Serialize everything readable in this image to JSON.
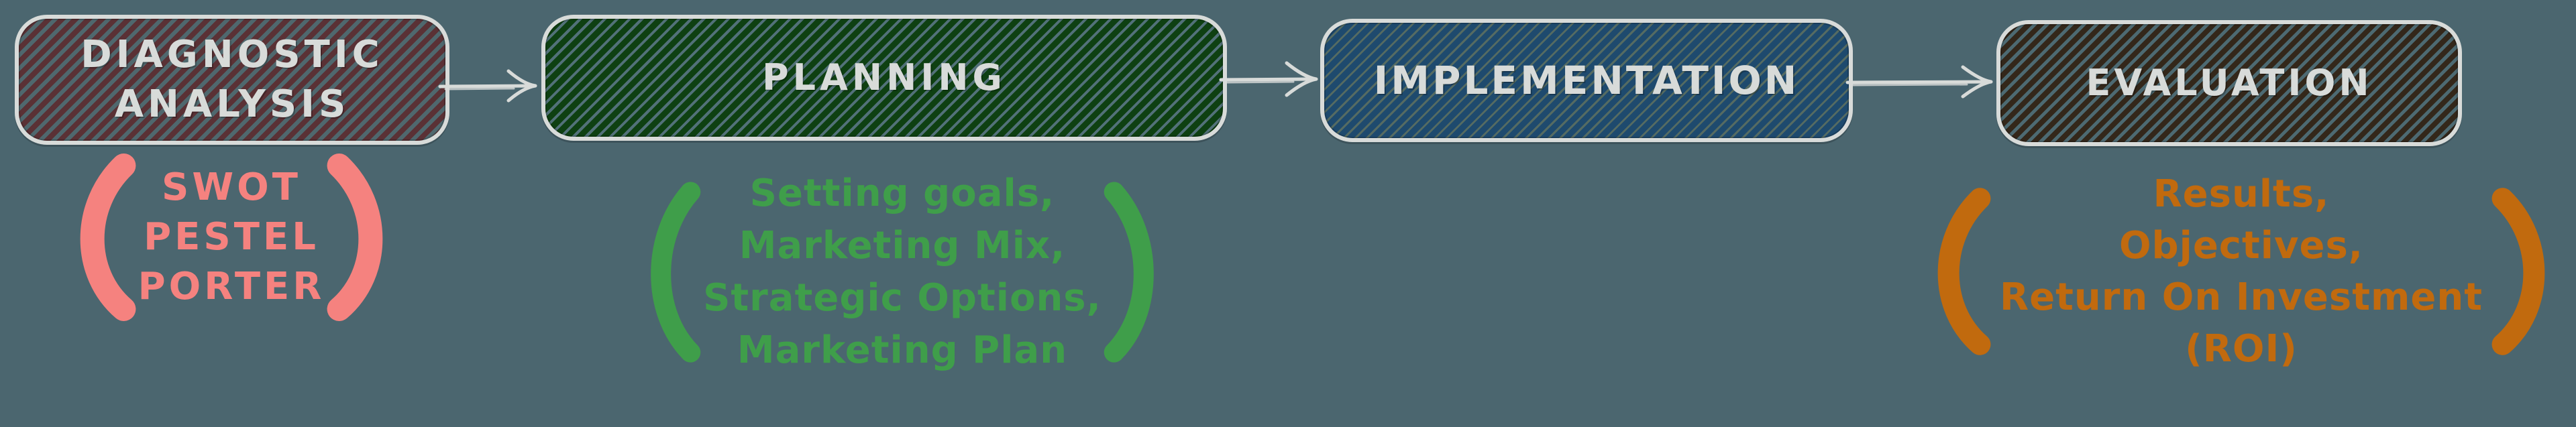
{
  "background_color": "#4b666f",
  "ink_color": "#d8dbd9",
  "stages": [
    {
      "label": "DIAGNOSTIC ANALYSIS",
      "label_lines": [
        "DIAGNOSTIC",
        "ANALYSIS"
      ],
      "stripe_color": "#5a3135",
      "stripe_gap_color": "#4f686e",
      "annotation": {
        "color": "#f5827f",
        "lines": [
          "SWOT",
          "PESTEL",
          "PORTER"
        ]
      }
    },
    {
      "label": "PLANNING",
      "stripe_color": "#0e4012",
      "stripe_gap_color": "#527179",
      "annotation": {
        "color": "#3f9e4a",
        "lines": [
          "Setting goals,",
          "Marketing Mix,",
          "Strategic Options,",
          "Marketing Plan"
        ]
      }
    },
    {
      "label": "IMPLEMENTATION",
      "stripe_color": "#1e4a6e",
      "stripe_gap_color": "#556b62",
      "annotation": null
    },
    {
      "label": "EVALUATION",
      "stripe_color": "#33271a",
      "stripe_gap_color": "#4d6a72",
      "annotation": {
        "color": "#c16a0e",
        "lines": [
          "Results,",
          "Objectives,",
          "Return On Investment",
          "(ROI)"
        ]
      }
    }
  ]
}
